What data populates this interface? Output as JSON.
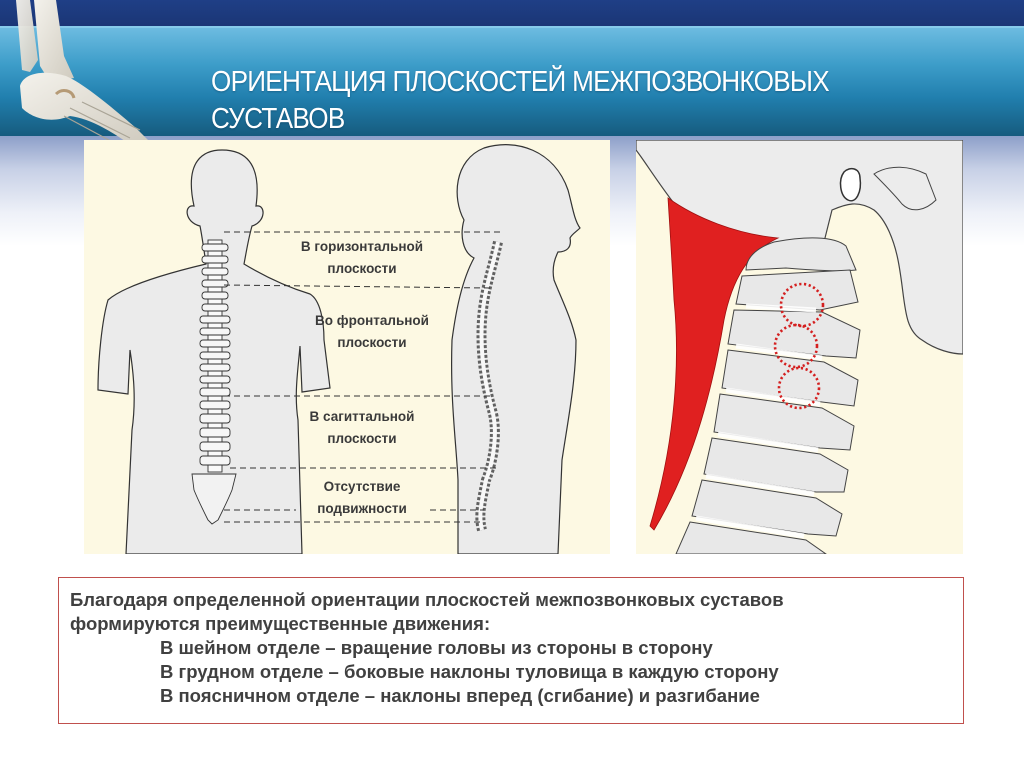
{
  "slide": {
    "title_lines": [
      "ОРИЕНТАЦИЯ ПЛОСКОСТЕЙ МЕЖПОЗВОНКОВЫХ",
      "СУСТАВОВ"
    ],
    "colors": {
      "header_dark": "#1f3f86",
      "header_light": "#6fbde2",
      "header_bottom": "#165b7e",
      "panel_bg": "#fdf9e3",
      "box_border": "#c0504d",
      "body_text": "#404040",
      "muscle_red": "#e02020",
      "circle_red": "#d42020"
    }
  },
  "left_figure": {
    "alt": "back-view-and-side-view-of-spine",
    "plane_labels": [
      {
        "line1": "В горизонтальной",
        "line2": "плоскости"
      },
      {
        "line1": "Во фронтальной",
        "line2": "плоскости"
      },
      {
        "line1": "В сагиттальной",
        "line2": "плоскости"
      },
      {
        "line1": "Отсутствие",
        "line2": "подвижности"
      }
    ]
  },
  "right_figure": {
    "alt": "lateral-view-of-cervical-spine-with-highlighted-facet-joints",
    "highlight_count": 3
  },
  "summary": {
    "intro_line1": "Благодаря определенной ориентации плоскостей межпозвонковых суставов",
    "intro_line2": "формируются преимущественные движения:",
    "items": [
      "В шейном отделе – вращение головы из стороны в сторону",
      "В грудном отделе – боковые наклоны туловища в каждую сторону",
      "В поясничном отделе – наклоны вперед (сгибание) и разгибание"
    ]
  }
}
